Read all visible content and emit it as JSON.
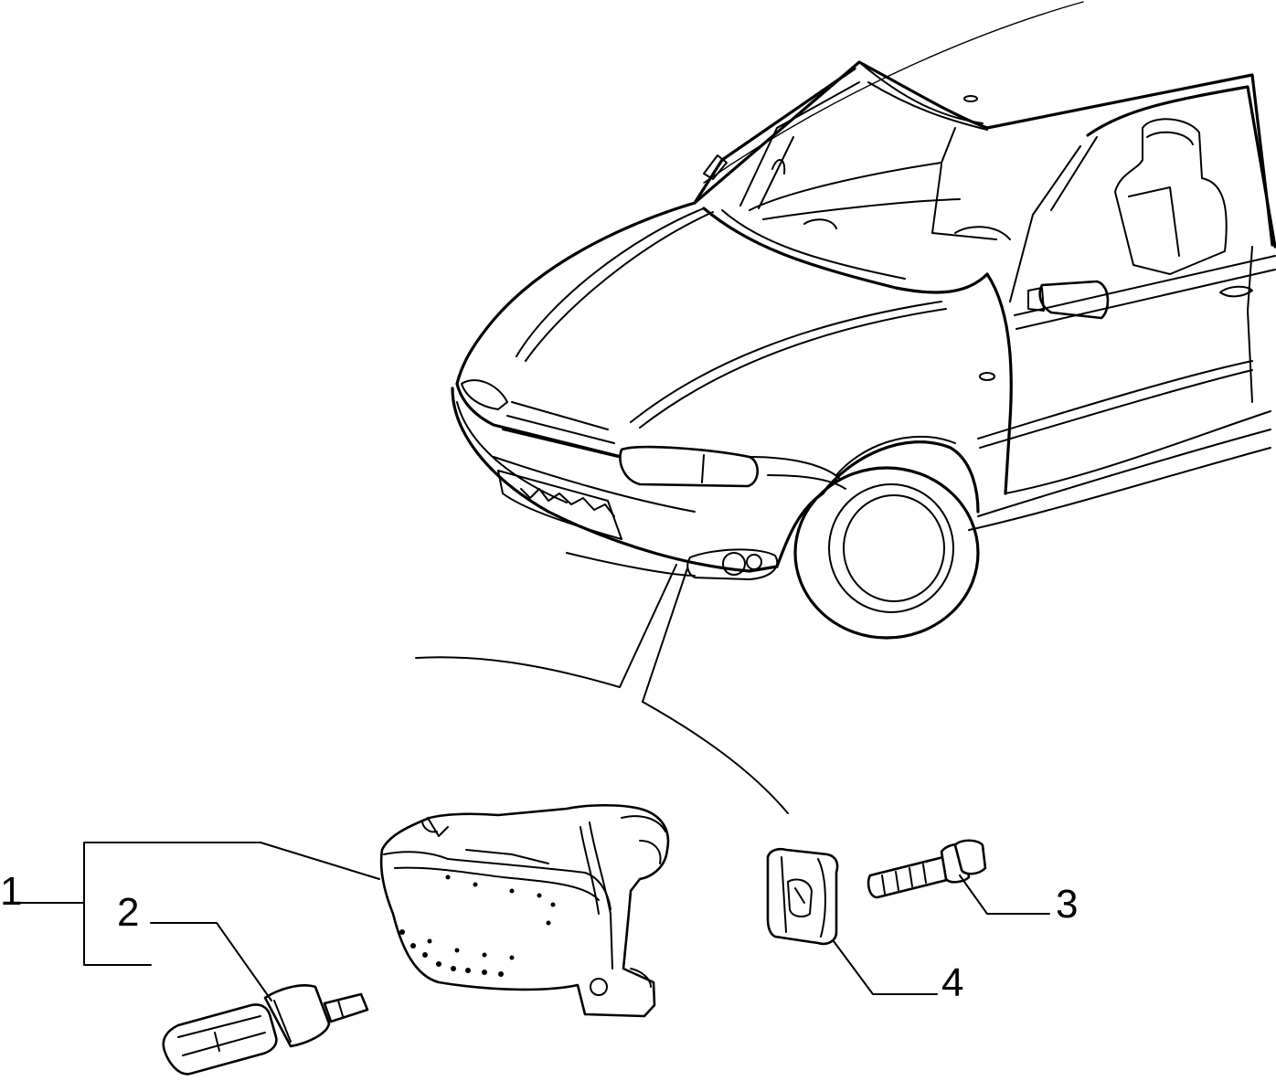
{
  "callouts": {
    "part1": "1",
    "part2": "2",
    "part3": "3",
    "part4": "4"
  },
  "parts": [
    {
      "number": "1",
      "icon": "fog-lamp-assembly-icon"
    },
    {
      "number": "2",
      "icon": "halogen-bulb-icon"
    },
    {
      "number": "3",
      "icon": "bolt-icon"
    },
    {
      "number": "4",
      "icon": "clip-nut-icon"
    }
  ],
  "colors": {
    "ink": "#000000",
    "paper": "#ffffff"
  }
}
